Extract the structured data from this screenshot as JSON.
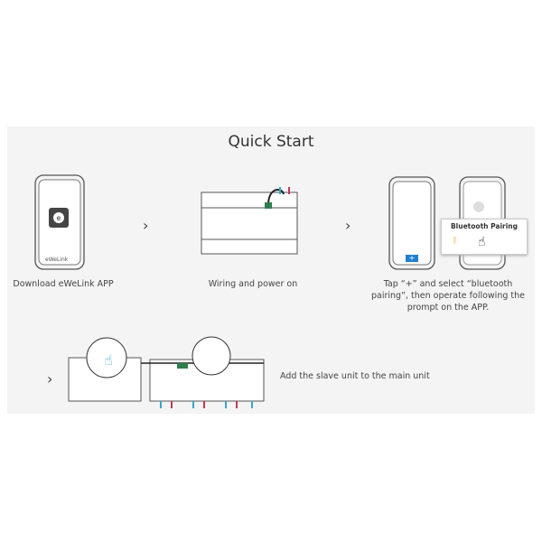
{
  "title": "Quick Start",
  "steps": [
    {
      "caption": "Download eWeLink APP",
      "app_name": "eWeLink"
    },
    {
      "caption": "Wiring and power on"
    },
    {
      "caption": "Tap “+” and select “bluetooth pairing”, then operate following the prompt on the APP.",
      "popup_title": "Bluetooth Pairing",
      "plus": "+"
    },
    {
      "caption": "Add the slave unit to the main unit"
    }
  ],
  "chevron": "›",
  "colors": {
    "accent_green": "#2e7d4f",
    "blue": "#1f7fcf",
    "red_wire": "#c0395a",
    "cyan_wire": "#3aa6c7"
  }
}
